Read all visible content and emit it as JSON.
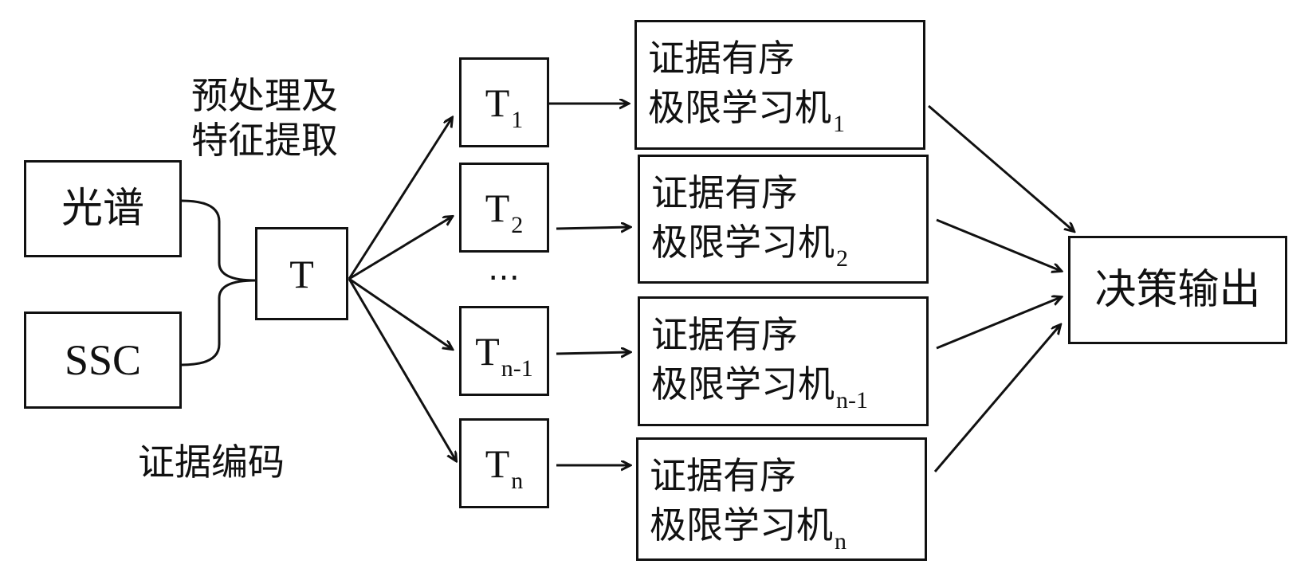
{
  "inputs": {
    "spectrum": "光谱",
    "ssc": "SSC"
  },
  "labels": {
    "preprocess_line1": "预处理及",
    "preprocess_line2": "特征提取",
    "evidence_encoding": "证据编码"
  },
  "center_node": {
    "label": "T"
  },
  "subsets": [
    {
      "base": "T",
      "sub": "1"
    },
    {
      "base": "T",
      "sub": "2"
    },
    {
      "base": "T",
      "sub": "n-1"
    },
    {
      "base": "T",
      "sub": "n"
    }
  ],
  "ellipsis": "…",
  "elm_boxes": [
    {
      "line1": "证据有序",
      "line2": "极限学习机",
      "sub": "1"
    },
    {
      "line1": "证据有序",
      "line2": "极限学习机",
      "sub": "2"
    },
    {
      "line1": "证据有序",
      "line2": "极限学习机",
      "sub": "n-1"
    },
    {
      "line1": "证据有序",
      "line2": "极限学习机",
      "sub": "n"
    }
  ],
  "output": {
    "label": "决策输出"
  },
  "colors": {
    "stroke": "#111111",
    "background": "#ffffff"
  }
}
